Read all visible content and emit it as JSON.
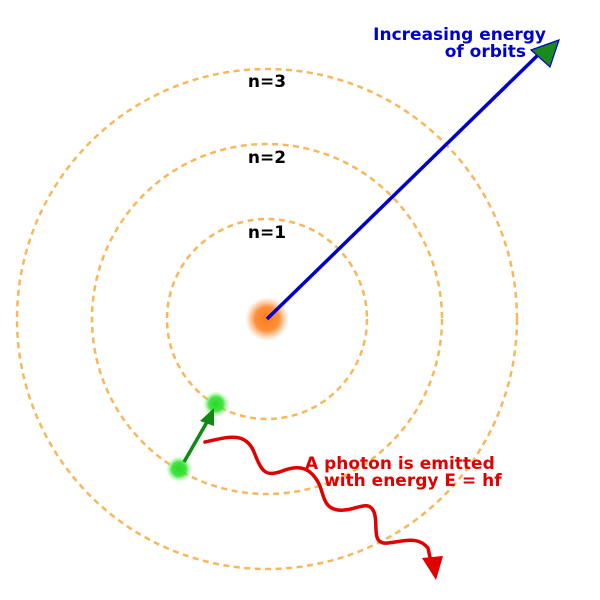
{
  "orbits": [
    {
      "label": "n=1"
    },
    {
      "label": "n=2"
    },
    {
      "label": "n=3"
    }
  ],
  "energy_arrow": {
    "label_line1": "Increasing energy",
    "label_line2": "of orbits"
  },
  "photon": {
    "label_line1": "A photon is emitted",
    "label_line2": "with energy E = hf"
  },
  "colors": {
    "orbit": "#f6b85a",
    "nucleus": "#ff7a1a",
    "electron": "#22dd22",
    "energy_arrow": "#0000cc",
    "energy_arrowhead": "#1a8a1a",
    "transition_arrow": "#118811",
    "photon": "#e00000",
    "energy_text": "#0000cc",
    "photon_text": "#e00000"
  }
}
